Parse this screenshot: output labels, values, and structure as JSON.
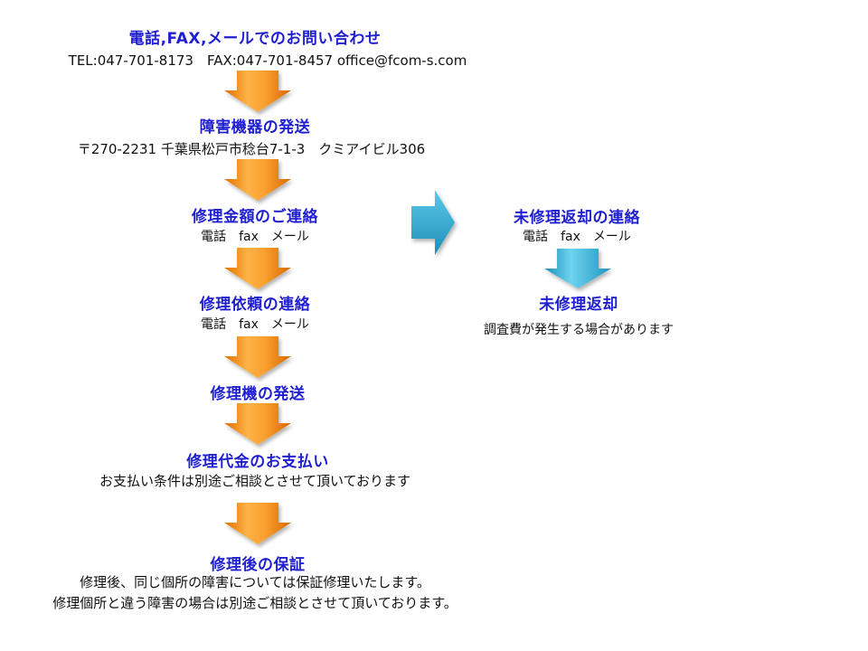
{
  "colors": {
    "title": "#1f1fd0",
    "text": "#111111",
    "arrow_orange": "#f7931e",
    "arrow_cyan": "#35b7d9"
  },
  "contact": {
    "title": "電話,FAX,メールでのお問い合わせ",
    "line": "TEL:047-701-8173　FAX:047-701-8457 office@fcom-s.com"
  },
  "ship": {
    "title": "障害機器の発送",
    "address": "〒270-2231 千葉県松戸市稔台7-1-3　クミアイビル306"
  },
  "estimate": {
    "title": "修理金額のご連絡",
    "sub": "電話　fax　メール"
  },
  "request": {
    "title": "修理依頼の連絡",
    "sub": "電話　fax　メール"
  },
  "repaired_ship": {
    "title": "修理機の発送"
  },
  "payment": {
    "title": "修理代金のお支払い",
    "note": "お支払い条件は別途ご相談とさせて頂いております"
  },
  "warranty": {
    "title": "修理後の保証",
    "line1": "修理後、同じ個所の障害については保証修理いたします。",
    "line2": "修理個所と違う障害の場合は別途ご相談とさせて頂いております。"
  },
  "unrepaired_contact": {
    "title": "未修理返却の連絡",
    "sub": "電話　fax　メール"
  },
  "unrepaired_return": {
    "title": "未修理返却",
    "note": "調査費が発生する場合があります"
  }
}
